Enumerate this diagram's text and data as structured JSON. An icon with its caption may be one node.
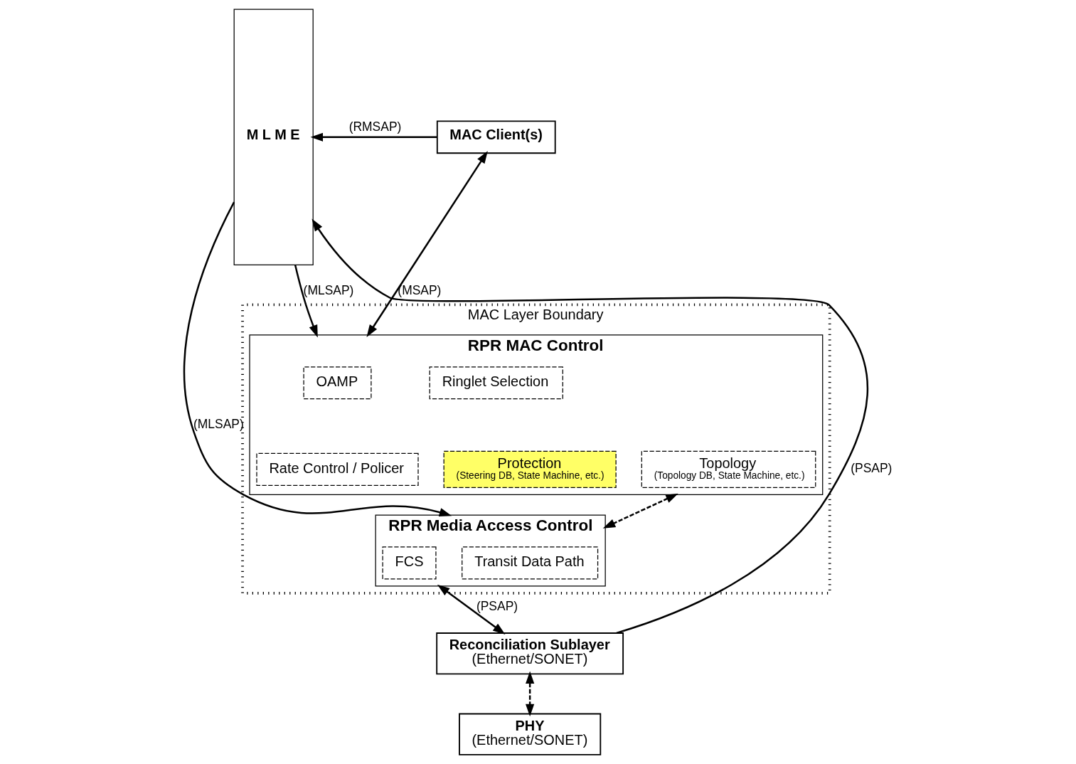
{
  "diagram": {
    "nodes": [
      {
        "text": [
          "M L M E"
        ]
      },
      {
        "text": [
          "MAC Client(s)"
        ]
      },
      {
        "text": [
          "MAC Layer Boundary"
        ]
      },
      {
        "text": [
          "RPR MAC Control"
        ],
        "in": 2
      },
      {
        "text": [
          "OAMP"
        ],
        "in": 3
      },
      {
        "text": [
          "Ringlet Selection"
        ],
        "in": 3
      },
      {
        "text": [
          "Rate Control / Policer"
        ],
        "in": 3
      },
      {
        "text": [
          "Protection",
          "(Steering DB, State Machine, etc.)"
        ],
        "in": 3
      },
      {
        "text": [
          "Topology",
          "(Topology DB, State Machine, etc.)"
        ],
        "in": 3
      },
      {
        "text": [
          "RPR Media Access Control"
        ],
        "in": 2
      },
      {
        "text": [
          "Transit Data Path"
        ],
        "in": 9
      },
      {
        "text": [
          "FCS"
        ],
        "in": 9
      },
      {
        "text": [
          "Reconciliation Sublayer",
          "(Ethernet/SONET)"
        ]
      },
      {
        "text": [
          "PHY",
          "(Ethernet/SONET)"
        ]
      }
    ],
    "edges": [
      {
        "from": 1,
        "to": 0,
        "arrow": "to",
        "label": "(RMSAP)"
      },
      {
        "from": 1,
        "to": 3,
        "arrow": "both",
        "label": "(MSAP)"
      },
      {
        "from": 0,
        "to": 3,
        "arrow": "to",
        "label": "(MLSAP)"
      },
      {
        "from": 0,
        "to": 9,
        "arrow": "to",
        "label": "(MLSAP)"
      },
      {
        "from": 3,
        "to": 9,
        "arrow": "both",
        "style": "dashed"
      },
      {
        "from": 9,
        "to": 12,
        "arrow": "both",
        "label": "(PSAP)"
      },
      {
        "from": 12,
        "to": 0,
        "arrow": "to",
        "label": "(PSAP)"
      },
      {
        "from": 12,
        "to": 13,
        "arrow": "both",
        "style": "dashed"
      }
    ]
  }
}
